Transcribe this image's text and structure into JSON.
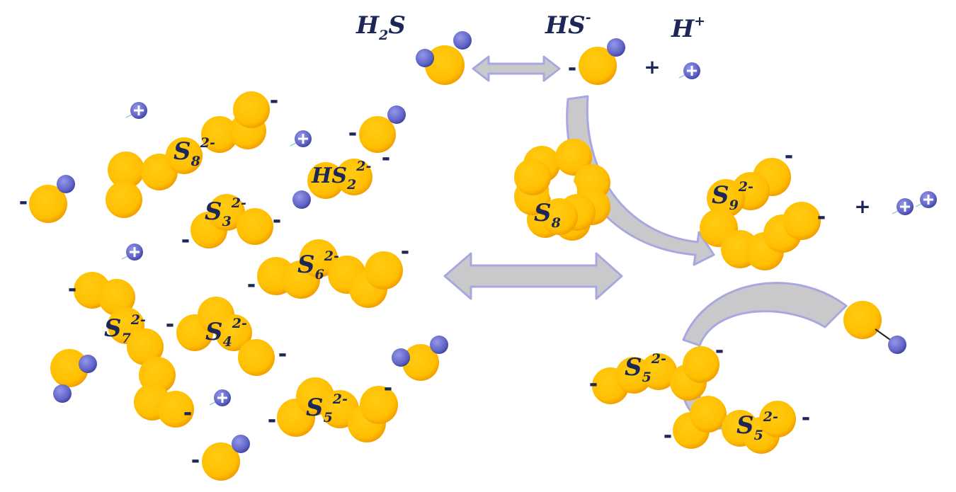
{
  "species": {
    "h2s": {
      "base": "H",
      "sub": "2",
      "tail": "S"
    },
    "hs": {
      "base": "HS",
      "sup": "-"
    },
    "h": {
      "base": "H",
      "sup": "+"
    },
    "s8_ring": {
      "base": "S",
      "sub": "8"
    },
    "s9": {
      "base": "S",
      "sub": "9",
      "sup": "2-"
    },
    "s8": {
      "base": "S",
      "sub": "8",
      "sup": "2-"
    },
    "hs2": {
      "base": "HS",
      "sub": "2",
      "sup": "2-"
    },
    "s3": {
      "base": "S",
      "sub": "3",
      "sup": "2-"
    },
    "s6": {
      "base": "S",
      "sub": "6",
      "sup": "2-"
    },
    "s7": {
      "base": "S",
      "sub": "7",
      "sup": "2-"
    },
    "s4": {
      "base": "S",
      "sub": "4",
      "sup": "2-"
    },
    "s5_left": {
      "base": "S",
      "sub": "5",
      "sup": "2-"
    },
    "s5_upper": {
      "base": "S",
      "sub": "5",
      "sup": "2-"
    },
    "s5_lower": {
      "base": "S",
      "sub": "5",
      "sup": "2-"
    }
  },
  "symbols": {
    "minus": "-",
    "plus": "+"
  },
  "colors": {
    "sulfur_core": "#ffc200",
    "sulfur_edge": "#f2a300",
    "hydrogen_core": "#6b6fcf",
    "hydrogen_edge": "#3a3e96",
    "label_text": "#1c2757",
    "arrow_fill": "#c9c9cc",
    "arrow_stroke": "#a8a8e0"
  }
}
